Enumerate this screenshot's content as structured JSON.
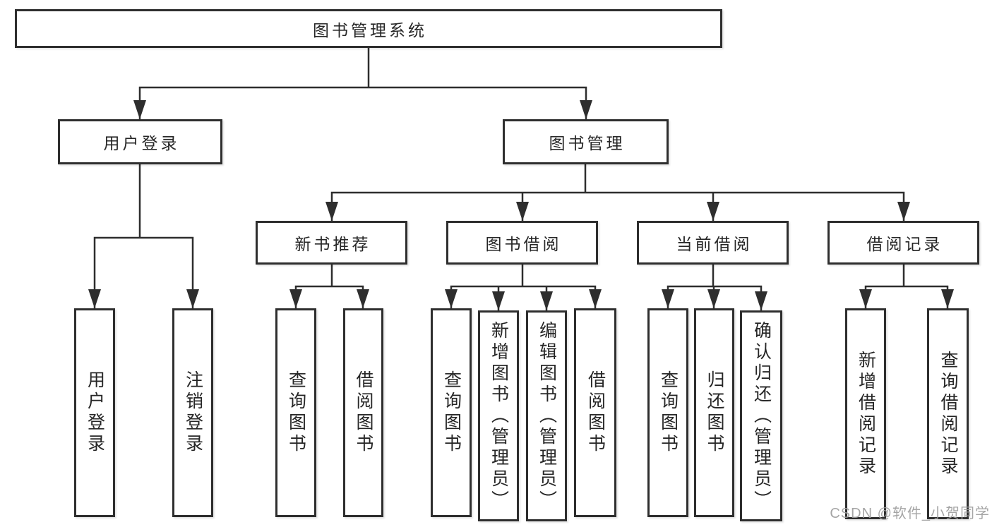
{
  "tree": {
    "title": "图书管理系统",
    "children": [
      {
        "label": "用户登录",
        "children": [
          {
            "label": "用户登录"
          },
          {
            "label": "注销登录"
          }
        ]
      },
      {
        "label": "图书管理",
        "children": [
          {
            "label": "新书推荐",
            "children": [
              {
                "label": "查询图书"
              },
              {
                "label": "借阅图书"
              }
            ]
          },
          {
            "label": "图书借阅",
            "children": [
              {
                "label": "查询图书"
              },
              {
                "label": "新增图书（管理员）"
              },
              {
                "label": "编辑图书（管理员）"
              },
              {
                "label": "借阅图书"
              }
            ]
          },
          {
            "label": "当前借阅",
            "children": [
              {
                "label": "查询图书"
              },
              {
                "label": "归还图书"
              },
              {
                "label": "确认归还（管理员）"
              }
            ]
          },
          {
            "label": "借阅记录",
            "children": [
              {
                "label": "新增借阅记录"
              },
              {
                "label": "查询借阅记录"
              }
            ]
          }
        ]
      }
    ]
  },
  "watermark": {
    "text": "CSDN @软件_小贺同学"
  },
  "colors": {
    "line": "#2e2e2e",
    "text": "#262626",
    "box_bg": "#ffffff",
    "watermark": "#9e9e9e"
  }
}
